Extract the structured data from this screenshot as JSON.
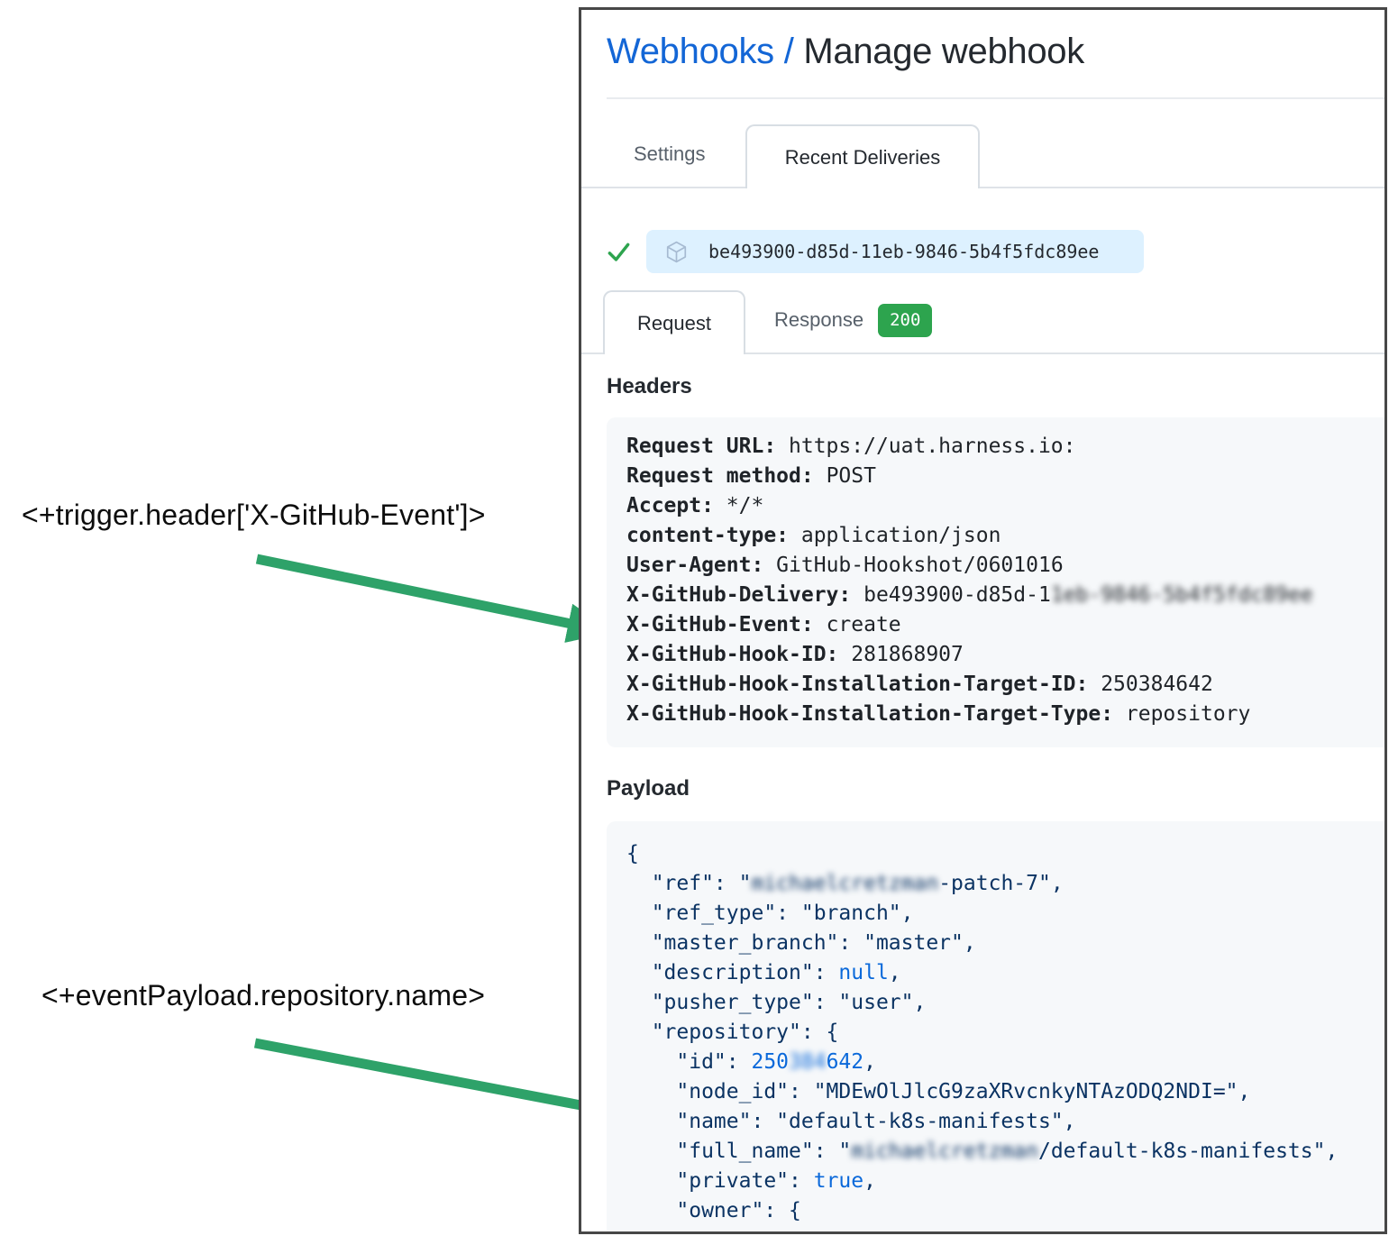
{
  "page": {
    "breadcrumb_link": "Webhooks",
    "breadcrumb_separator": "/",
    "title": "Manage webhook"
  },
  "tabs": {
    "settings": "Settings",
    "recent_deliveries": "Recent Deliveries"
  },
  "delivery": {
    "status_icon": "check-icon",
    "item_icon": "package-icon",
    "id": "be493900-d85d-11eb-9846-5b4f5fdc89ee"
  },
  "subtabs": {
    "request": "Request",
    "response": "Response",
    "response_status": "200"
  },
  "headers": {
    "heading": "Headers",
    "lines": [
      {
        "key": "Request URL:",
        "segments": [
          {
            "text": " https://uat.harness.io:"
          }
        ]
      },
      {
        "key": "Request method:",
        "segments": [
          {
            "text": " POST"
          }
        ]
      },
      {
        "key": "Accept:",
        "segments": [
          {
            "text": " */*"
          }
        ]
      },
      {
        "key": "content-type:",
        "segments": [
          {
            "text": " application/json"
          }
        ]
      },
      {
        "key": "User-Agent:",
        "segments": [
          {
            "text": " GitHub-Hookshot/0601016"
          }
        ]
      },
      {
        "key": "X-GitHub-Delivery:",
        "segments": [
          {
            "text": " be493900-d85d-1"
          },
          {
            "text": "1eb-9846-5b4f5fdc89ee",
            "blur": true
          }
        ]
      },
      {
        "key": "X-GitHub-Event:",
        "segments": [
          {
            "text": " create"
          }
        ]
      },
      {
        "key": "X-GitHub-Hook-ID:",
        "segments": [
          {
            "text": " 281868907"
          }
        ]
      },
      {
        "key": "X-GitHub-Hook-Installation-Target-ID:",
        "segments": [
          {
            "text": " 250384642"
          }
        ]
      },
      {
        "key": "X-GitHub-Hook-Installation-Target-Type:",
        "segments": [
          {
            "text": " repository"
          }
        ]
      }
    ]
  },
  "payload": {
    "heading": "Payload",
    "lines": [
      [
        {
          "t": "{"
        }
      ],
      [
        {
          "t": "  \"ref\": \""
        },
        {
          "t": "michaelcretzman",
          "blur": true
        },
        {
          "t": "-patch-7\","
        }
      ],
      [
        {
          "t": "  \"ref_type\": \"branch\","
        }
      ],
      [
        {
          "t": "  \"master_branch\": \"master\","
        }
      ],
      [
        {
          "t": "  \"description\": "
        },
        {
          "t": "null",
          "c": "v"
        },
        {
          "t": ","
        }
      ],
      [
        {
          "t": "  \"pusher_type\": \"user\","
        }
      ],
      [
        {
          "t": "  \"repository\": {"
        }
      ],
      [
        {
          "t": "    \"id\": "
        },
        {
          "t": "250",
          "c": "v"
        },
        {
          "t": "384",
          "c": "v",
          "blur": true
        },
        {
          "t": "642",
          "c": "v"
        },
        {
          "t": ","
        }
      ],
      [
        {
          "t": "    \"node_id\": \"MDEwOlJlcG9zaXRvcnkyNTAzODQ2NDI=\","
        }
      ],
      [
        {
          "t": "    \"name\": \"default-k8s-manifests\","
        }
      ],
      [
        {
          "t": "    \"full_name\": \""
        },
        {
          "t": "michaelcretzman",
          "blur": true
        },
        {
          "t": "/default-k8s-manifests\","
        }
      ],
      [
        {
          "t": "    \"private\": "
        },
        {
          "t": "true",
          "c": "v"
        },
        {
          "t": ","
        }
      ],
      [
        {
          "t": "    \"owner\": {"
        }
      ]
    ]
  },
  "annotations": {
    "trigger_header": "<+trigger.header['X-GitHub-Event']>",
    "event_payload": "<+eventPayload.repository.name>"
  },
  "colors": {
    "link_blue": "#1366d6",
    "badge_green": "#2da44e",
    "check_green": "#2da44e",
    "arrow_green": "#2ea269",
    "pill_blue": "#ddf1ff",
    "json_navy": "#0b3363",
    "json_value_blue": "#0b69da",
    "code_block_gray": "#f6f8fa"
  }
}
